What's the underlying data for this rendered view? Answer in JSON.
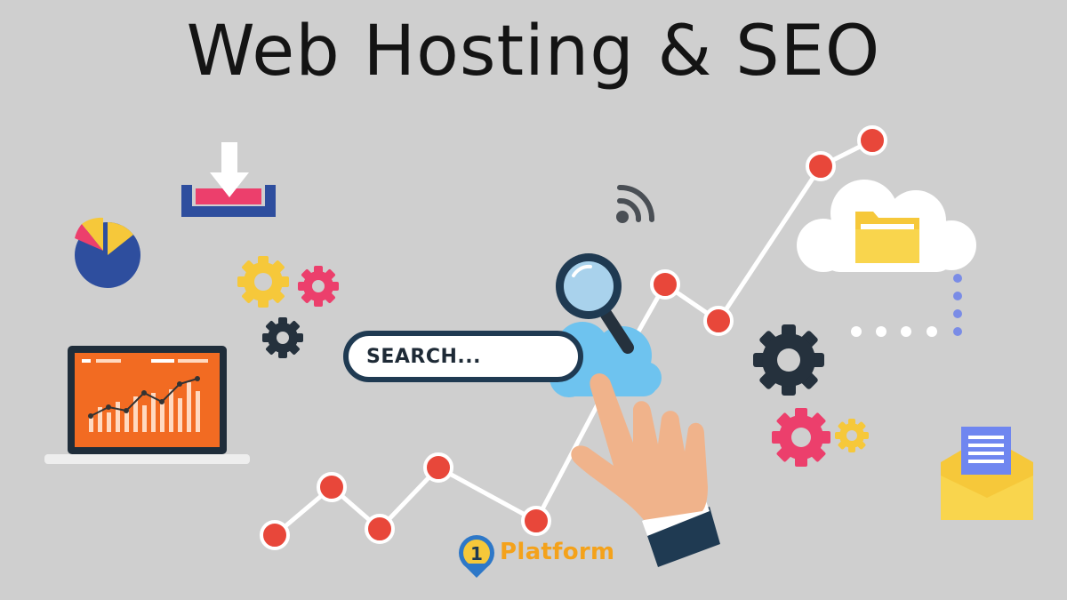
{
  "title": "Web Hosting & SEO",
  "search": {
    "label": "SEARCH..."
  },
  "brand": {
    "name": "Platform",
    "badge": "1"
  },
  "colors": {
    "background": "#cfcfcf",
    "accent_red": "#e8473a",
    "navy": "#1f3a52",
    "pink": "#ec3f6c",
    "yellow": "#f6c83a",
    "orange": "#f26b22",
    "blue": "#2e4e9e",
    "brand_orange": "#f4a21b"
  },
  "icons": [
    "download-tray-icon",
    "pie-chart-icon",
    "gear-icon",
    "laptop-chart-icon",
    "rss-signal-icon",
    "magnifier-icon",
    "cloud-folder-icon",
    "pointing-hand-icon",
    "envelope-document-icon",
    "trend-line-graphic"
  ]
}
